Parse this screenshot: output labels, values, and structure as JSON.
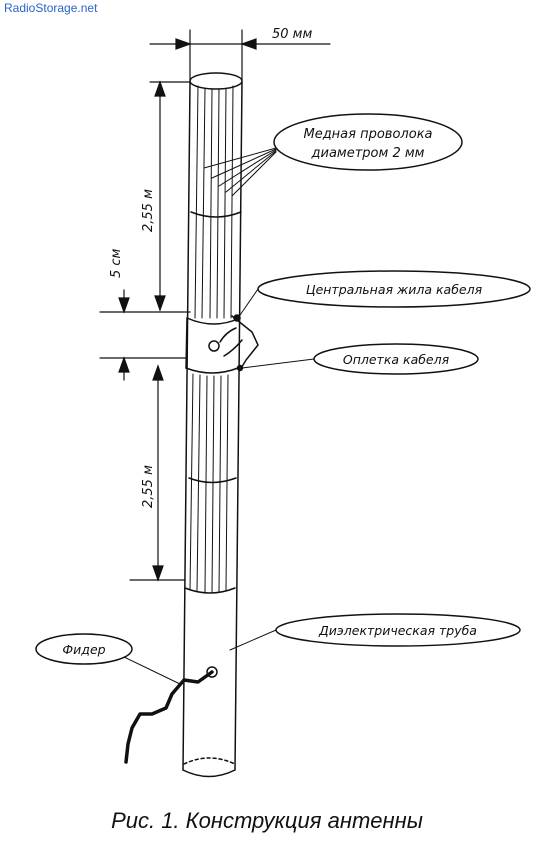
{
  "watermark": "RadioStorage.net",
  "caption": "Рис. 1. Конструкция антенны",
  "dimensions": {
    "diameter": "50 мм",
    "upper_length": "2,55 м",
    "gap": "5 см",
    "lower_length": "2,55 м"
  },
  "callouts": {
    "copper_wire": [
      "Медная проволока",
      "диаметром 2 мм"
    ],
    "center_conductor": "Центральная жила кабеля",
    "cable_braid": "Оплетка кабеля",
    "dielectric_tube": "Диэлектрическая труба",
    "feeder": "Фидер"
  }
}
